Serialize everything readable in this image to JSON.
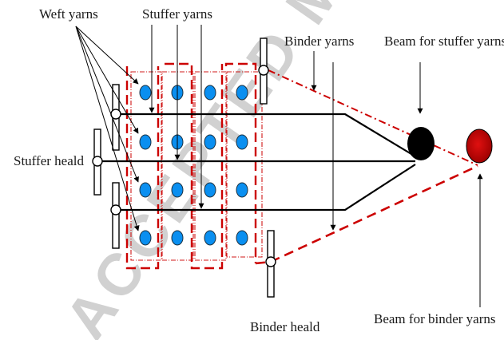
{
  "labels": {
    "weft_yarns": "Weft yarns",
    "stuffer_yarns": "Stuffer yarns",
    "binder_yarns": "Binder yarns",
    "beam_stuffer": "Beam for stuffer yarns",
    "stuffer_heald": "Stuffer heald",
    "binder_heald": "Binder heald",
    "beam_binder": "Beam for binder yarns"
  },
  "watermark": "ACCEPTED MA",
  "colors": {
    "weft_fill": "#0a8ff0",
    "binder_red": "#cc0000",
    "stuffer_beam": "#000000",
    "binder_beam": "#c00000",
    "line": "#000000"
  },
  "grid": {
    "rows": 4,
    "columns": 4
  }
}
